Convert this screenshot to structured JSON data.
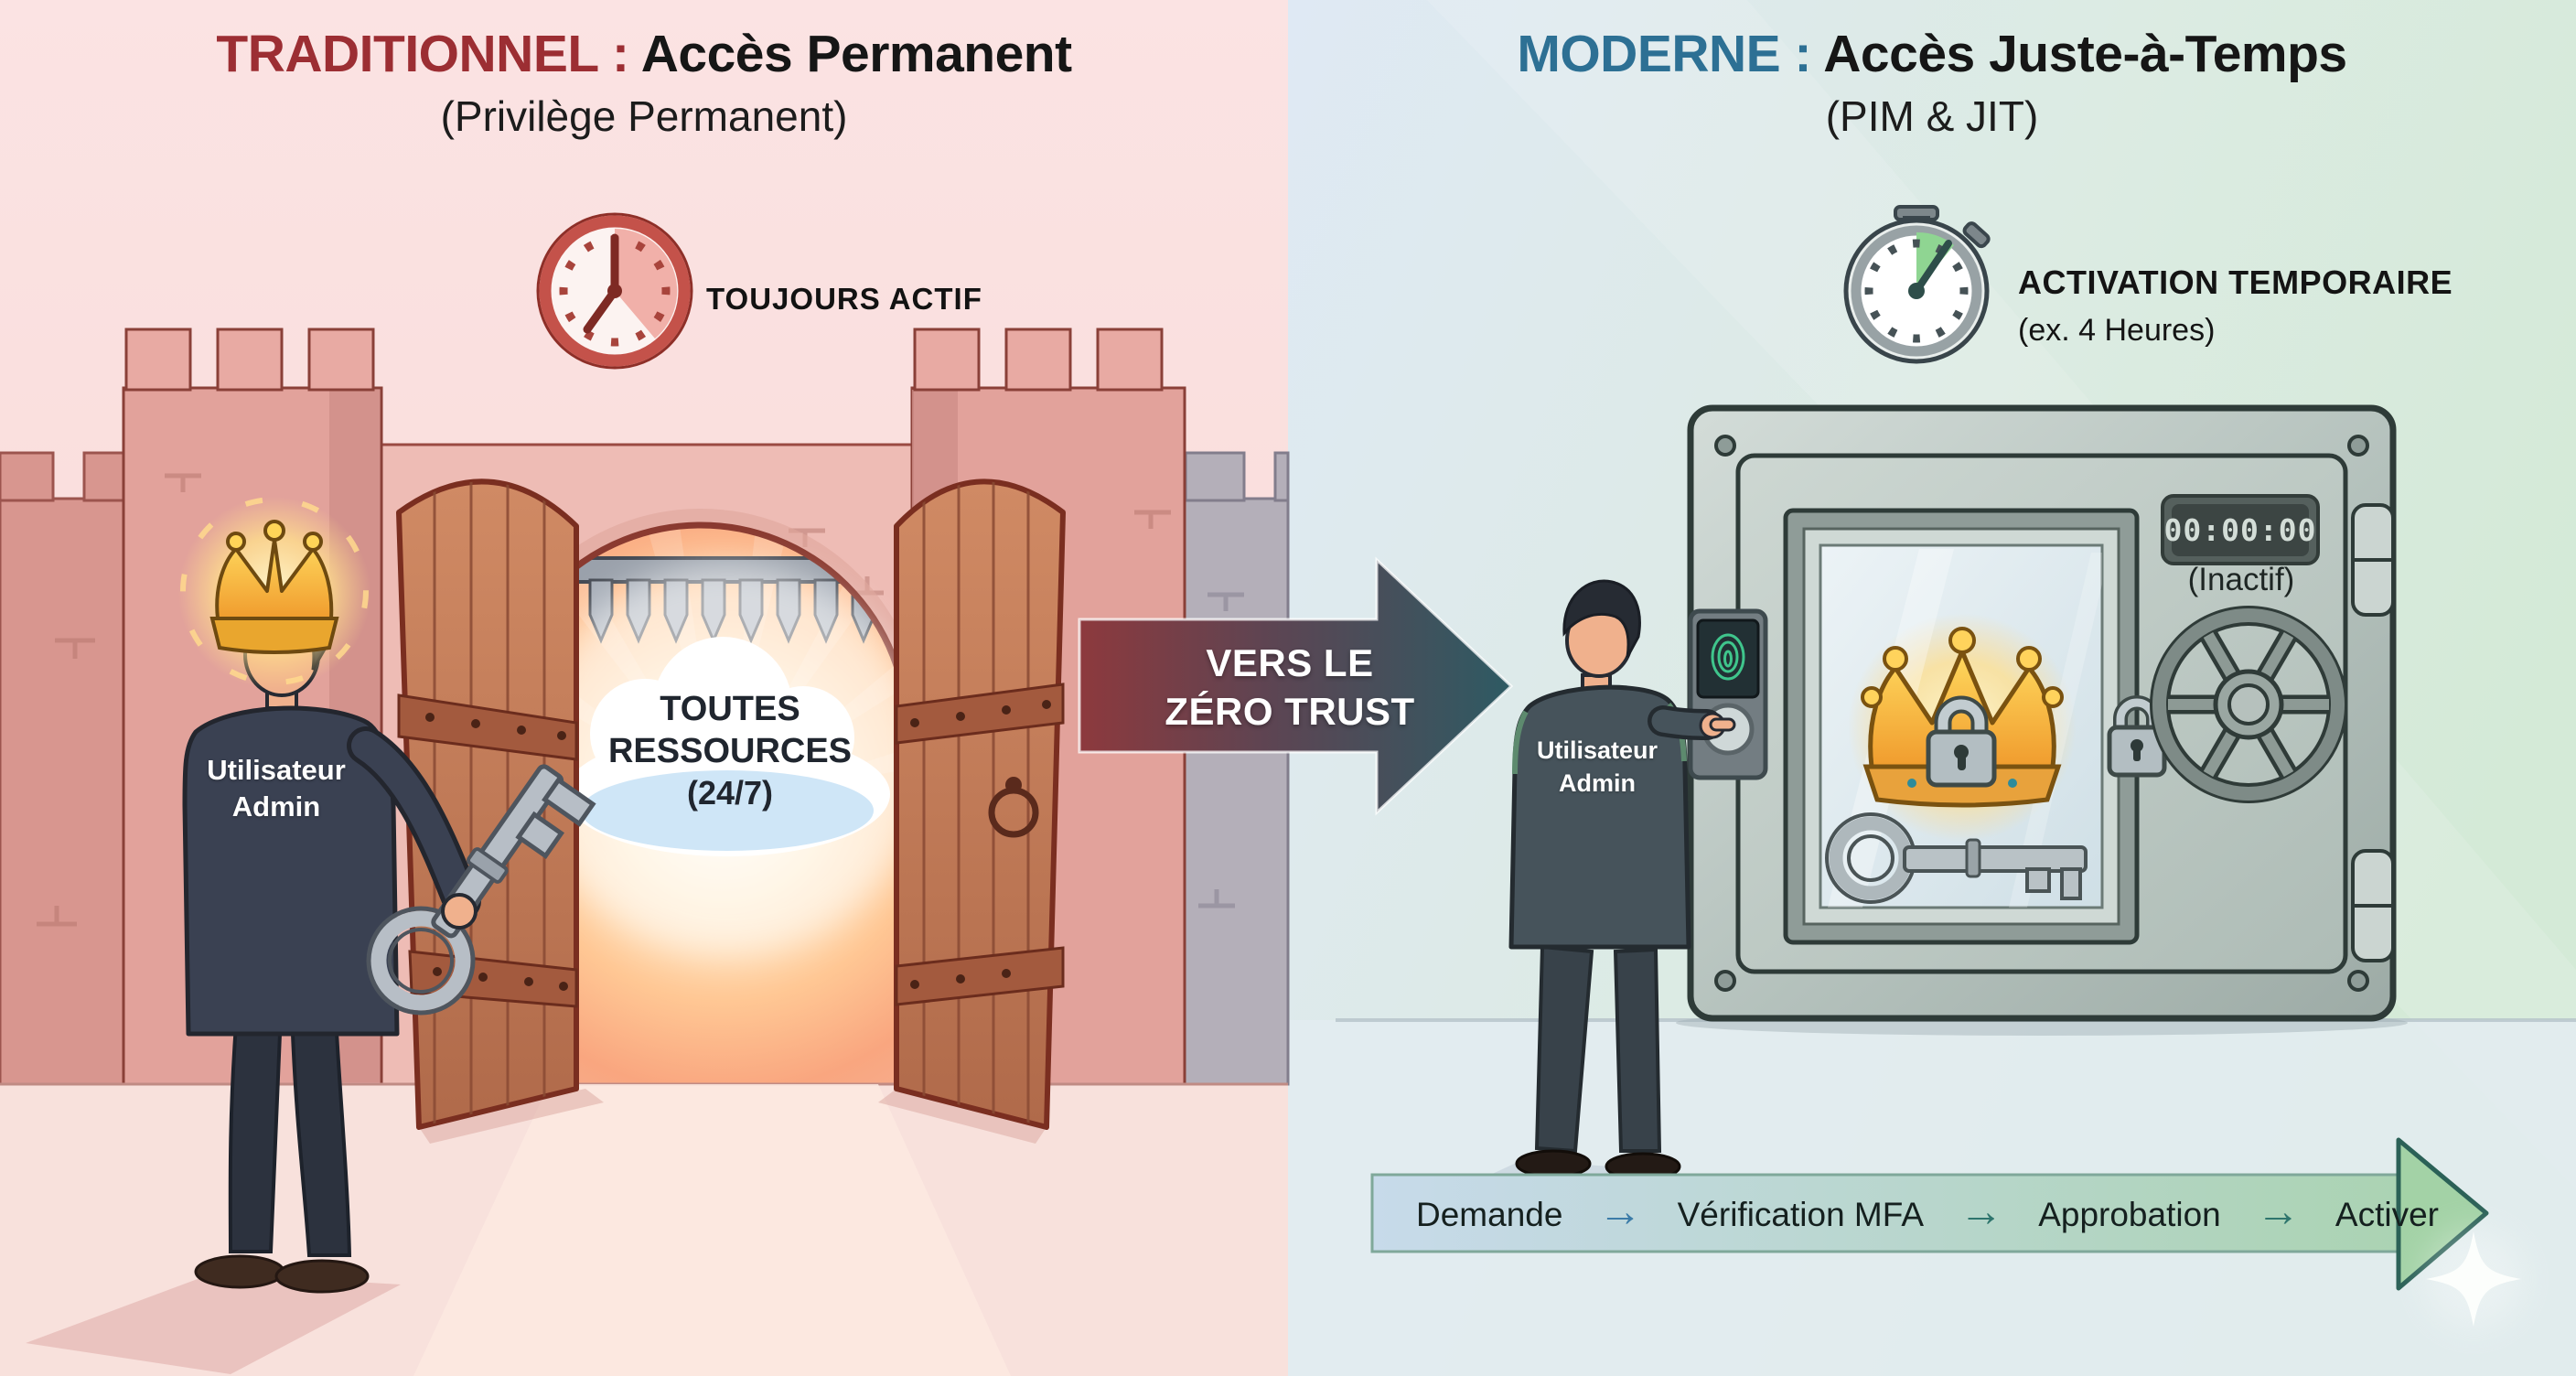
{
  "left_panel": {
    "title_highlight": "TRADITIONNEL",
    "title_separator": " : ",
    "title_rest": "Accès Permanent",
    "subtitle": "(Privilège Permanent)",
    "status_label": "TOUJOURS ACTIF",
    "cloud": {
      "line1": "TOUTES",
      "line2": "RESSOURCES",
      "line3": "(24/7)"
    },
    "user_label": {
      "line1": "Utilisateur",
      "line2": "Admin"
    },
    "accent_color": "#9c2e33"
  },
  "transition_arrow": {
    "line1": "VERS LE",
    "line2": "ZÉRO TRUST"
  },
  "right_panel": {
    "title_highlight": "MODERNE",
    "title_separator": " : ",
    "title_rest": "Accès Juste-à-Temps",
    "subtitle": "(PIM & JIT)",
    "status_label": "ACTIVATION TEMPORAIRE",
    "status_sub": "(ex. 4 Heures)",
    "timer": {
      "value": "00:00:00",
      "state": "(Inactif)"
    },
    "user_label": {
      "line1": "Utilisateur",
      "line2": "Admin"
    },
    "accent_color": "#2d7094",
    "flow": {
      "step1": "Demande",
      "step2": "Vérification MFA",
      "step3": "Approbation",
      "step4": "Activer",
      "arrow_glyph": "→"
    }
  }
}
